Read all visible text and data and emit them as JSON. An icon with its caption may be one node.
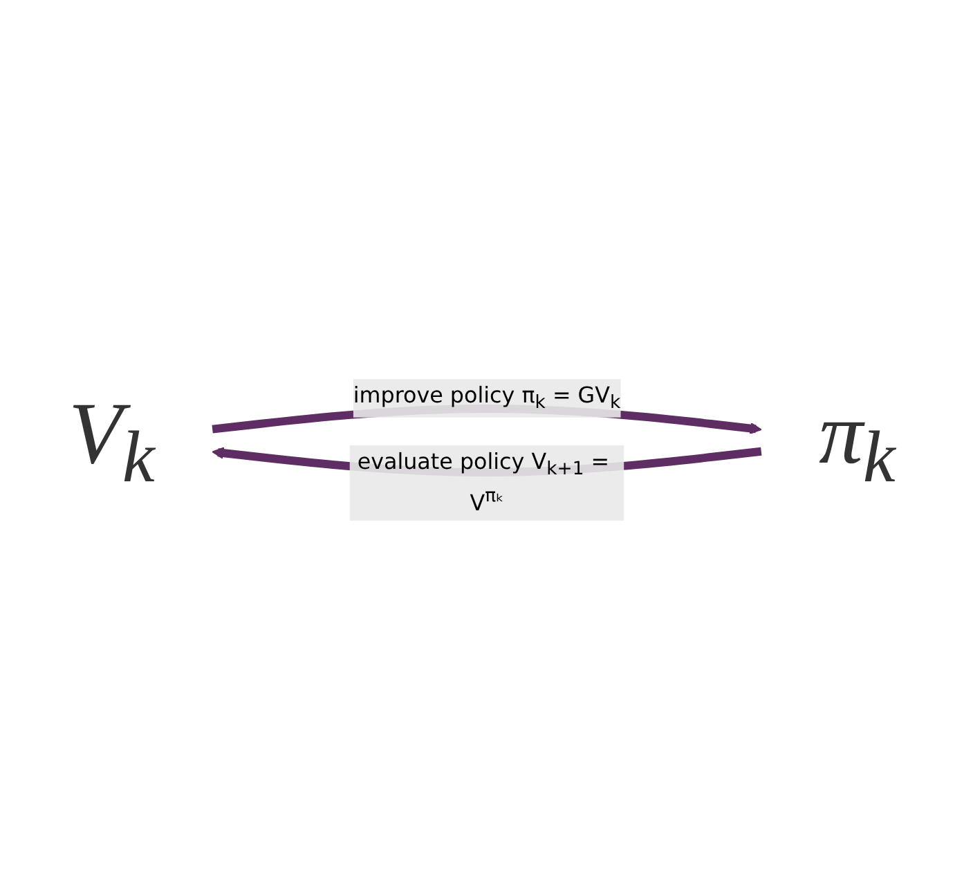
{
  "diagram": {
    "nodes": [
      {
        "text": [
          "V$_{k}$"
        ]
      },
      {
        "text": [
          "π$_{k}$"
        ]
      }
    ],
    "edges": [
      {
        "from": 0,
        "to": 1,
        "arrow": "to",
        "label": "improve policy π$_{k}$ = GV$_{k}$"
      },
      {
        "from": 1,
        "to": 0,
        "arrow": "to",
        "label": "evaluate policy V$_{k+1}$ = V$^{πₖ}$"
      }
    ]
  }
}
